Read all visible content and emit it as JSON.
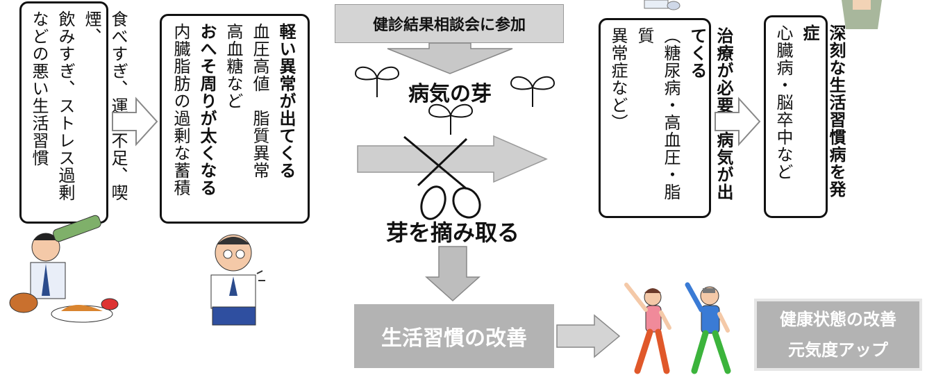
{
  "box1": {
    "lines": [
      "食べすぎ、運動不足、喫煙、",
      "飲みすぎ、ストレス過剰",
      "などの悪い生活習慣"
    ]
  },
  "box2": {
    "lines": [
      "軽い異常が出てくる",
      "血圧高値　脂質異常",
      "高血糖など",
      "おへそ周りが太くなる",
      "内臓脂肪の過剰な蓄積"
    ]
  },
  "top_banner": "健診結果相談会に参加",
  "sprout_label": "病気の芽",
  "pick_label": "芽を摘み取る",
  "improve_label": "生活習慣の改善",
  "result": {
    "line1": "健康状態の改善",
    "line2": "元気度アップ"
  },
  "box3": {
    "lines": [
      "治療が必要な病気が出",
      "てくる",
      "（糖尿病・高血圧・脂質",
      "異常症など）"
    ]
  },
  "box4": {
    "lines": [
      "深刻な生活習慣病を発症",
      "心臓病・脳卒中など"
    ]
  },
  "colors": {
    "gray_box": "#b3b3b3",
    "light_gray": "#d0d0d0",
    "border": "#111111"
  }
}
